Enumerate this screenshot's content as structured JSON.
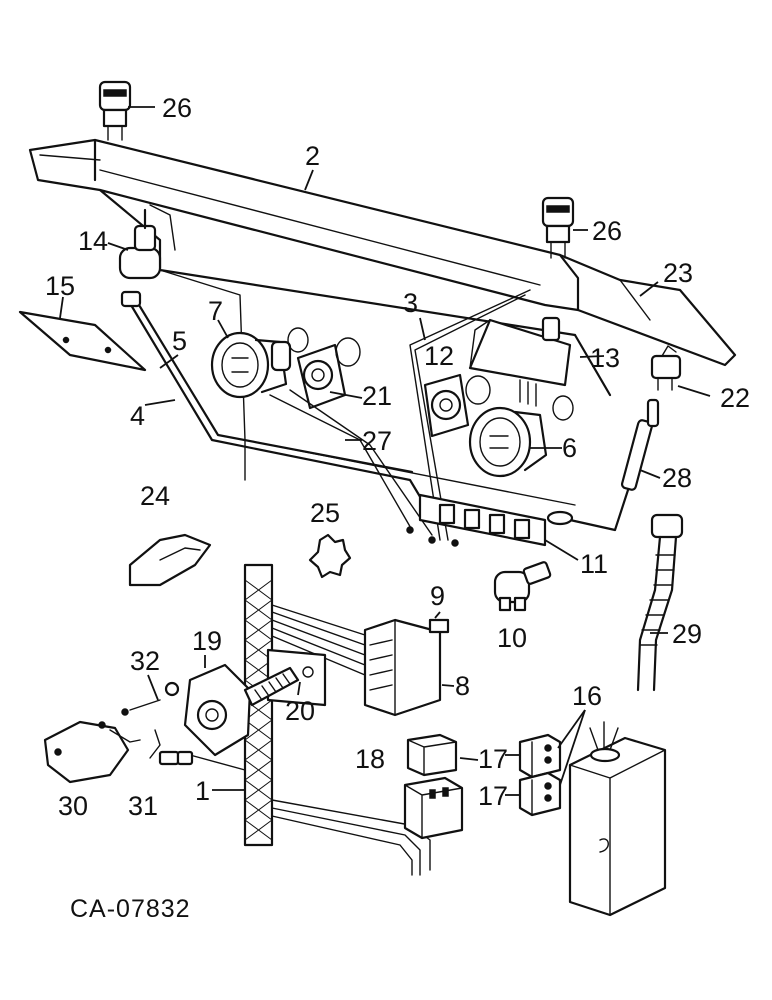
{
  "drawing_code": "CA-07832",
  "callouts": {
    "c1": "1",
    "c2": "2",
    "c3": "3",
    "c4": "4",
    "c5": "5",
    "c6": "6",
    "c7": "7",
    "c8": "8",
    "c9": "9",
    "c10": "10",
    "c11": "11",
    "c12": "12",
    "c13": "13",
    "c14": "14",
    "c15": "15",
    "c16": "16",
    "c17a": "17",
    "c17b": "17",
    "c18": "18",
    "c19": "19",
    "c20": "20",
    "c21": "21",
    "c22": "22",
    "c23": "23",
    "c24": "24",
    "c25": "25",
    "c26a": "26",
    "c26b": "26",
    "c27": "27",
    "c28": "28",
    "c29": "29",
    "c30": "30",
    "c31": "31",
    "c32": "32"
  }
}
